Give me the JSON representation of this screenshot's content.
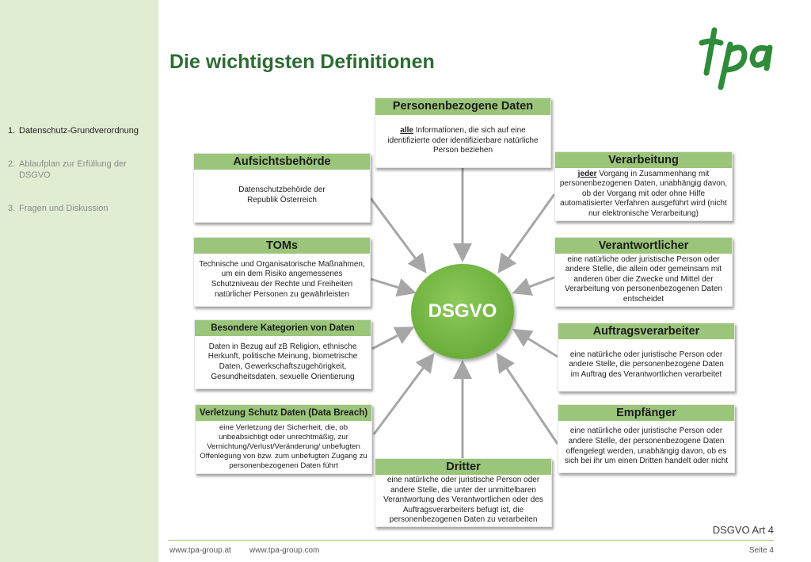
{
  "title": "Die wichtigsten Definitionen",
  "nav": [
    {
      "num": "1.",
      "label": "Datenschutz-Grundverordnung",
      "active": true
    },
    {
      "num": "2.",
      "label": "Ablaufplan zur Erfüllung der DSGVO",
      "active": false
    },
    {
      "num": "3.",
      "label": "Fragen und Diskussion",
      "active": false
    }
  ],
  "logo": {
    "text": "tpa",
    "color": "#2e8b3a"
  },
  "center": "DSGVO",
  "boxes": {
    "personenbezogene": {
      "title": "Personenbezogene Daten",
      "lead": "alle",
      "text": " Informationen, die sich auf eine identifizierte oder identifizierbare natürliche Person beziehen"
    },
    "aufsicht": {
      "title": "Aufsichtsbehörde",
      "text": "Datenschutzbehörde der Republik Österreich"
    },
    "toms": {
      "title": "TOMs",
      "text": "Technische und Organisatorische Maßnahmen, um ein dem Risiko angemessenes Schutzniveau der Rechte und Freiheiten natürlicher Personen zu gewährleisten"
    },
    "besondere": {
      "title": "Besondere Kategorien von Daten",
      "text": "Daten in Bezug auf zB Religion, ethnische Herkunft, politische Meinung, biometrische Daten, Gewerkschaftszugehörigkeit, Gesundheitsdaten, sexuelle Orientierung"
    },
    "breach": {
      "title": "Verletzung Schutz Daten (Data Breach)",
      "text": "eine Verletzung der Sicherheit, die, ob unbeabsichtigt oder unrechtmäßig, zur Vernichtung/Verlust/Veränderung/ unbefugten Offenlegung von bzw. zum unbefugten Zugang zu personenbezogenen Daten führt"
    },
    "dritter": {
      "title": "Dritter",
      "text": "eine natürliche oder juristische Person oder andere Stelle, die unter der unmittelbaren Verantwortung des Verantwortlichen oder des Auftragsverarbeiters befugt ist, die personenbezogenen Daten zu verarbeiten"
    },
    "verarbeitung": {
      "title": "Verarbeitung",
      "lead": "jeder",
      "text": " Vorgang in Zusammenhang mit personenbezogenen Daten, unabhängig davon, ob der Vorgang mit oder ohne Hilfe automatisierter Verfahren ausgeführt wird (nicht nur elektronische Verarbeitung)"
    },
    "verantwortlicher": {
      "title": "Verantwortlicher",
      "text": "eine natürliche oder juristische Person oder andere Stelle, die allein oder gemeinsam mit anderen über die Zwecke und Mittel der Verarbeitung von personenbezogenen Daten entscheidet"
    },
    "auftrag": {
      "title": "Auftragsverarbeiter",
      "text": "eine natürliche oder juristische Person oder andere Stelle, die personenbezogene Daten im Auftrag des Verantwortlichen verarbeitet"
    },
    "empfaenger": {
      "title": "Empfänger",
      "text": "eine natürliche oder juristische Person oder andere Stelle, der personenbezogene Daten offengelegt werden, unabhängig davon, ob es sich bei ihr um einen Dritten handelt oder nicht"
    }
  },
  "footer": {
    "ref": "DSGVO Art 4",
    "url1": "www.tpa-group.at",
    "url2": "www.tpa-group.com",
    "page": "Seite 4"
  },
  "colors": {
    "header_green": "#9bc57a",
    "title_green": "#2e6b34",
    "sidebar": "#e1edd2",
    "circle": "#6fb23f",
    "arrow": "#a6a6a6"
  }
}
